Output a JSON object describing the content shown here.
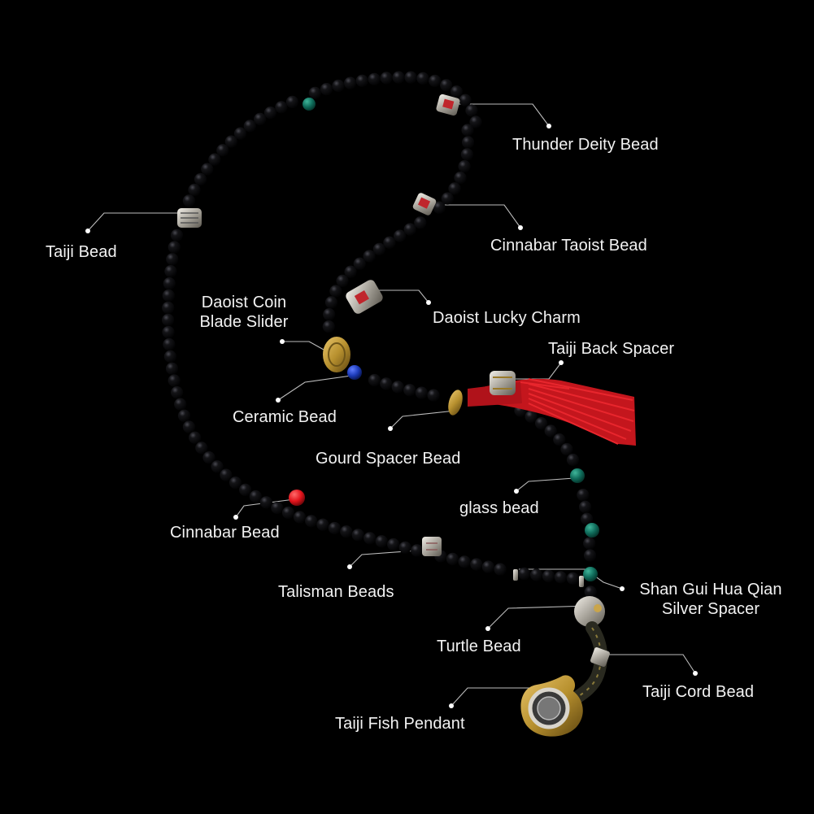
{
  "colors": {
    "background": "#000000",
    "label_text": "#f2f2f2",
    "leader_line": "#bdbdbd",
    "bead_black": "#0b0b0d",
    "bead_green": "#0f6b5a",
    "bead_blue": "#1c3bb8",
    "bead_red": "#e3141c",
    "tassel_red": "#d71920",
    "silver": "#c9c6c0",
    "brass": "#b8912f"
  },
  "labels": {
    "thunder_deity_bead": "Thunder Deity Bead",
    "taiji_bead": "Taiji Bead",
    "cinnabar_taoist_bead": "Cinnabar Taoist Bead",
    "daoist_coin_blade_slider_line1": "Daoist Coin",
    "daoist_coin_blade_slider_line2": "Blade Slider",
    "daoist_lucky_charm": "Daoist Lucky Charm",
    "taiji_back_spacer": "Taiji Back Spacer",
    "ceramic_bead": "Ceramic Bead",
    "gourd_spacer_bead": "Gourd Spacer Bead",
    "glass_bead": "glass bead",
    "cinnabar_bead": "Cinnabar Bead",
    "talisman_beads": "Talisman Beads",
    "shan_gui_line1": "Shan Gui Hua Qian",
    "shan_gui_line2": "Silver Spacer",
    "turtle_bead": "Turtle Bead",
    "taiji_cord_bead": "Taiji Cord Bead",
    "taiji_fish_pendant": "Taiji Fish Pendant"
  }
}
